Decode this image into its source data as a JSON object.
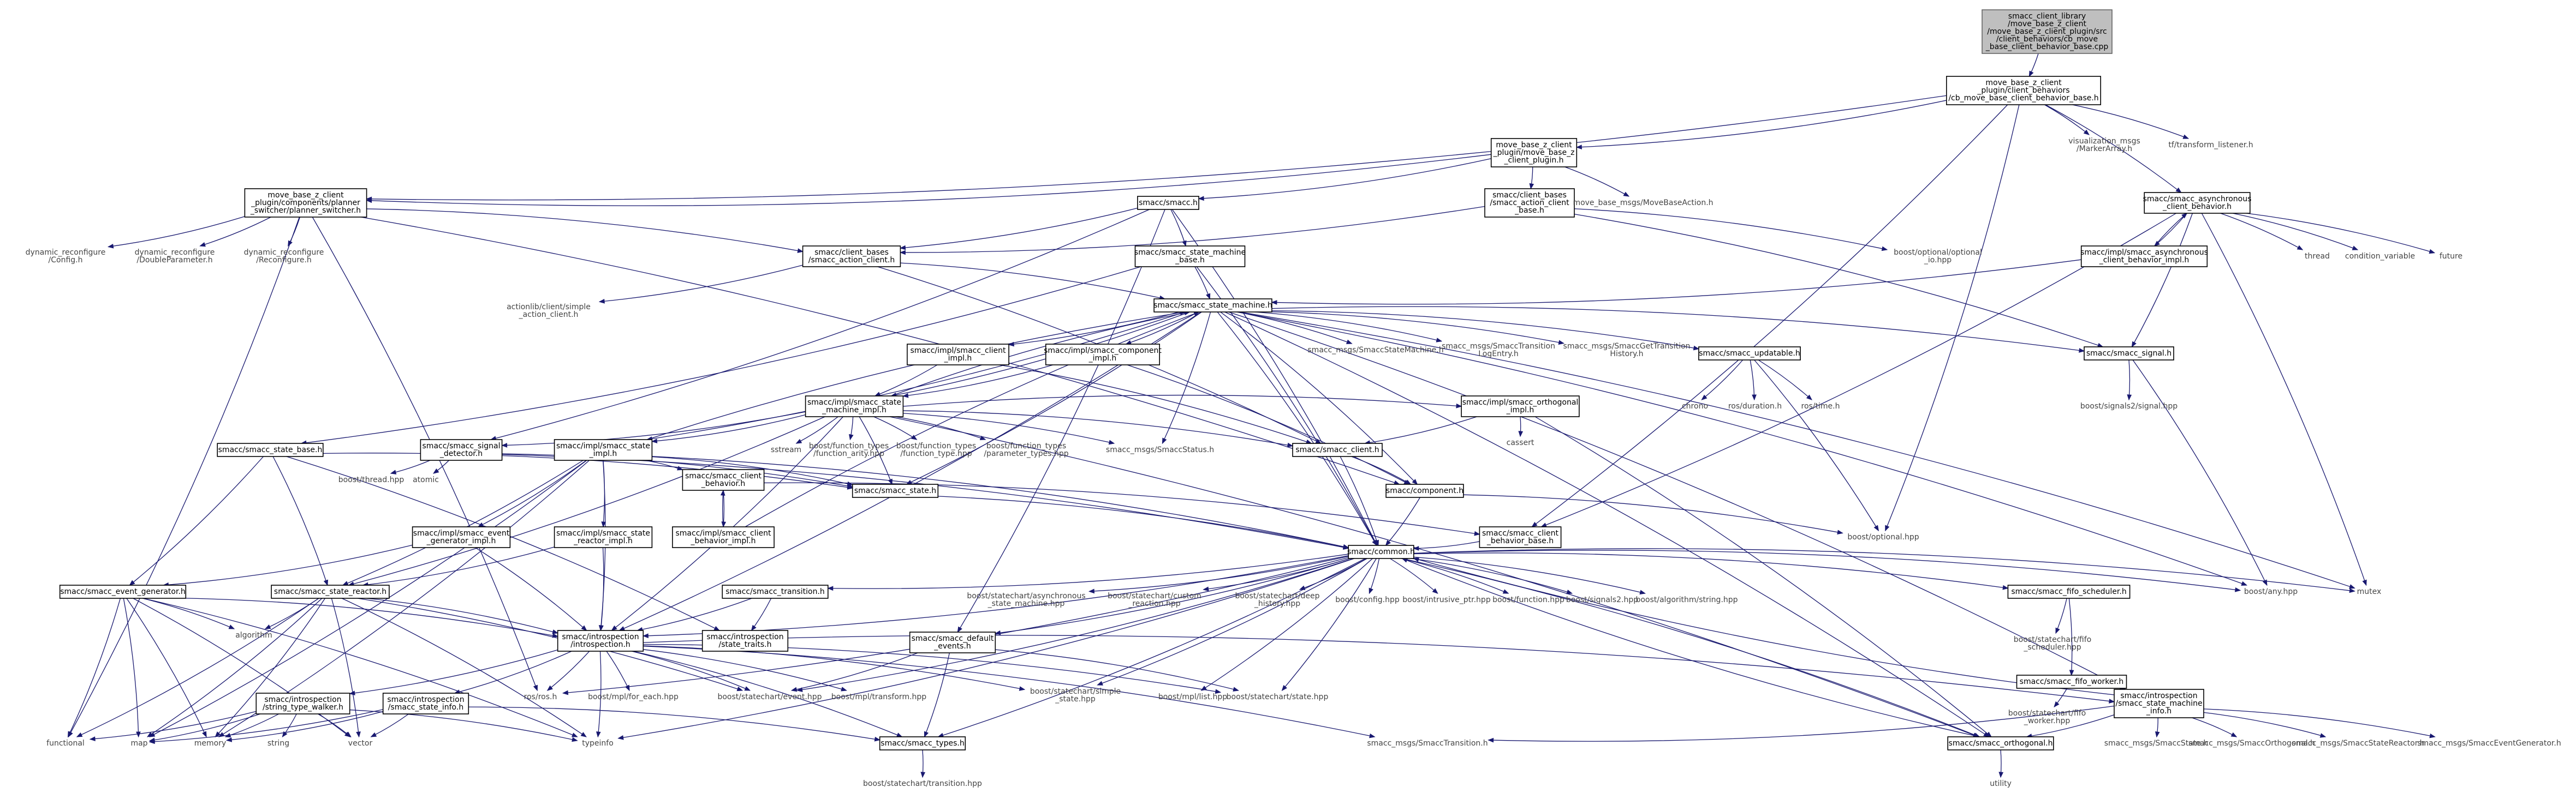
{
  "nodes": [
    {
      "id": "root",
      "label": "smacc_client_library\n/move_base_z_client\n/move_base_z_client_plugin/src\n/client_behaviors/cb_move\n_base_client_behavior_base.cpp",
      "boxed": true,
      "root": true
    },
    {
      "id": "cbmbh",
      "label": "move_base_z_client\n_plugin/client_behaviors\n/cb_move_base_client_behavior_base.h",
      "boxed": true
    },
    {
      "id": "mbzcp",
      "label": "move_base_z_client\n_plugin/move_base_z\n_client_plugin.h",
      "boxed": true
    },
    {
      "id": "vis",
      "label": "visualization_msgs\n/MarkerArray.h",
      "boxed": false
    },
    {
      "id": "tfl",
      "label": "tf/transform_listener.h",
      "boxed": false
    },
    {
      "id": "async",
      "label": "smacc/smacc_asynchronous\n_client_behavior.h",
      "boxed": true
    },
    {
      "id": "planner",
      "label": "move_base_z_client\n_plugin/components/planner\n_switcher/planner_switcher.h",
      "boxed": true
    },
    {
      "id": "smacch",
      "label": "smacc/smacc.h",
      "boxed": true
    },
    {
      "id": "cbsac",
      "label": "smacc/client_bases\n/smacc_action_client\n_base.h",
      "boxed": true
    },
    {
      "id": "mbaction",
      "label": "move_base_msgs/MoveBaseAction.h",
      "boxed": false
    },
    {
      "id": "dynconf",
      "label": "dynamic_reconfigure\n/Config.h",
      "boxed": false
    },
    {
      "id": "dyndbl",
      "label": "dynamic_reconfigure\n/DoubleParameter.h",
      "boxed": false
    },
    {
      "id": "dynrec",
      "label": "dynamic_reconfigure\n/Reconfigure.h",
      "boxed": false
    },
    {
      "id": "cbac",
      "label": "smacc/client_bases\n/smacc_action_client.h",
      "boxed": true
    },
    {
      "id": "smbase",
      "label": "smacc/smacc_state_machine\n_base.h",
      "boxed": true
    },
    {
      "id": "bopt_io",
      "label": "boost/optional/optional\n_io.hpp",
      "boxed": false
    },
    {
      "id": "asyncimpl",
      "label": "smacc/impl/smacc_asynchronous\n_client_behavior_impl.h",
      "boxed": true
    },
    {
      "id": "thread",
      "label": "thread",
      "boxed": false
    },
    {
      "id": "condvar",
      "label": "condition_variable",
      "boxed": false
    },
    {
      "id": "future",
      "label": "future",
      "boxed": false
    },
    {
      "id": "actionlib",
      "label": "actionlib/client/simple\n_action_client.h",
      "boxed": false
    },
    {
      "id": "ssm",
      "label": "smacc/smacc_state_machine.h",
      "boxed": true
    },
    {
      "id": "clientimpl",
      "label": "smacc/impl/smacc_client\n_impl.h",
      "boxed": true
    },
    {
      "id": "compimpl",
      "label": "smacc/impl/smacc_component\n_impl.h",
      "boxed": true
    },
    {
      "id": "msm",
      "label": "smacc_msgs/SmaccStateMachine.h",
      "boxed": false
    },
    {
      "id": "mtle",
      "label": "smacc_msgs/SmaccTransition\nLogEntry.h",
      "boxed": false
    },
    {
      "id": "mgth",
      "label": "smacc_msgs/SmaccGetTransition\nHistory.h",
      "boxed": false
    },
    {
      "id": "updatable",
      "label": "smacc/smacc_updatable.h",
      "boxed": true
    },
    {
      "id": "signal",
      "label": "smacc/smacc_signal.h",
      "boxed": true
    },
    {
      "id": "bsig",
      "label": "boost/signals2/signal.hpp",
      "boxed": false
    },
    {
      "id": "chrono",
      "label": "chrono",
      "boxed": false
    },
    {
      "id": "rosdur",
      "label": "ros/duration.h",
      "boxed": false
    },
    {
      "id": "rostime",
      "label": "ros/time.h",
      "boxed": false
    },
    {
      "id": "smimpl",
      "label": "smacc/impl/smacc_state\n_machine_impl.h",
      "boxed": true
    },
    {
      "id": "orthimpl",
      "label": "smacc/impl/smacc_orthogonal\n_impl.h",
      "boxed": true
    },
    {
      "id": "cassert",
      "label": "cassert",
      "boxed": false
    },
    {
      "id": "sstate_base",
      "label": "smacc/smacc_state_base.h",
      "boxed": true
    },
    {
      "id": "sigdet",
      "label": "smacc/smacc_signal\n_detector.h",
      "boxed": true
    },
    {
      "id": "stateimpl",
      "label": "smacc/impl/smacc_state\n_impl.h",
      "boxed": true
    },
    {
      "id": "sstream",
      "label": "sstream",
      "boxed": false
    },
    {
      "id": "bfta",
      "label": "boost/function_types\n/function_arity.hpp",
      "boxed": false
    },
    {
      "id": "bftt",
      "label": "boost/function_types\n/function_type.hpp",
      "boxed": false
    },
    {
      "id": "bftp",
      "label": "boost/function_types\n/parameter_types.hpp",
      "boxed": false
    },
    {
      "id": "mstatus",
      "label": "smacc_msgs/SmaccStatus.h",
      "boxed": false
    },
    {
      "id": "sclient",
      "label": "smacc/smacc_client.h",
      "boxed": true
    },
    {
      "id": "bthread",
      "label": "boost/thread.hpp",
      "boxed": false
    },
    {
      "id": "atomic",
      "label": "atomic",
      "boxed": false
    },
    {
      "id": "scb",
      "label": "smacc/smacc_client\n_behavior.h",
      "boxed": true
    },
    {
      "id": "sstate",
      "label": "smacc/smacc_state.h",
      "boxed": true
    },
    {
      "id": "component",
      "label": "smacc/component.h",
      "boxed": true
    },
    {
      "id": "scbimpl",
      "label": "smacc/impl/smacc_client\n_behavior_impl.h",
      "boxed": true
    },
    {
      "id": "boptional",
      "label": "boost/optional.hpp",
      "boxed": false
    },
    {
      "id": "evgenimpl",
      "label": "smacc/impl/smacc_event\n_generator_impl.h",
      "boxed": true
    },
    {
      "id": "reactimpl",
      "label": "smacc/impl/smacc_state\n_reactor_impl.h",
      "boxed": true
    },
    {
      "id": "cbbase",
      "label": "smacc/smacc_client\n_behavior_base.h",
      "boxed": true
    },
    {
      "id": "common",
      "label": "smacc/common.h",
      "boxed": true
    },
    {
      "id": "evgen",
      "label": "smacc/smacc_event_generator.h",
      "boxed": true
    },
    {
      "id": "reactor",
      "label": "smacc/smacc_state_reactor.h",
      "boxed": true
    },
    {
      "id": "transition",
      "label": "smacc/smacc_transition.h",
      "boxed": true
    },
    {
      "id": "bsc_async",
      "label": "boost/statechart/asynchronous\n_state_machine.hpp",
      "boxed": false
    },
    {
      "id": "bsc_custom",
      "label": "boost/statechart/custom\n_reaction.hpp",
      "boxed": false
    },
    {
      "id": "bsc_deep",
      "label": "boost/statechart/deep\n_history.hpp",
      "boxed": false
    },
    {
      "id": "bconfig",
      "label": "boost/config.hpp",
      "boxed": false
    },
    {
      "id": "bintr",
      "label": "boost/intrusive_ptr.hpp",
      "boxed": false
    },
    {
      "id": "bfunc",
      "label": "boost/function.hpp",
      "boxed": false
    },
    {
      "id": "bsig2",
      "label": "boost/signals2.hpp",
      "boxed": false
    },
    {
      "id": "balgo",
      "label": "boost/algorithm/string.hpp",
      "boxed": false
    },
    {
      "id": "fifosched",
      "label": "smacc/smacc_fifo_scheduler.h",
      "boxed": true
    },
    {
      "id": "bany",
      "label": "boost/any.hpp",
      "boxed": false
    },
    {
      "id": "mutex",
      "label": "mutex",
      "boxed": false
    },
    {
      "id": "algorithm",
      "label": "algorithm",
      "boxed": false
    },
    {
      "id": "introspection",
      "label": "smacc/introspection\n/introspection.h",
      "boxed": true
    },
    {
      "id": "strans",
      "label": "smacc/introspection\n/state_traits.h",
      "boxed": true
    },
    {
      "id": "defevents",
      "label": "smacc/smacc_default\n_events.h",
      "boxed": true
    },
    {
      "id": "bsc_fifo",
      "label": "boost/statechart/fifo\n_scheduler.hpp",
      "boxed": false
    },
    {
      "id": "fifoworker",
      "label": "smacc/smacc_fifo_worker.h",
      "boxed": true
    },
    {
      "id": "bsc_fifow",
      "label": "boost/statechart/fifo\n_worker.hpp",
      "boxed": false
    },
    {
      "id": "strwalker",
      "label": "smacc/introspection\n/string_type_walker.h",
      "boxed": true
    },
    {
      "id": "stateinfo",
      "label": "smacc/introspection\n/smacc_state_info.h",
      "boxed": true
    },
    {
      "id": "rosros",
      "label": "ros/ros.h",
      "boxed": false
    },
    {
      "id": "bmpl_foreach",
      "label": "boost/mpl/for_each.hpp",
      "boxed": false
    },
    {
      "id": "bsc_event",
      "label": "boost/statechart/event.hpp",
      "boxed": false
    },
    {
      "id": "bmpl_transform",
      "label": "boost/mpl/transform.hpp",
      "boxed": false
    },
    {
      "id": "bsc_simple",
      "label": "boost/statechart/simple\n_state.hpp",
      "boxed": false
    },
    {
      "id": "bmpl_list",
      "label": "boost/mpl/list.hpp",
      "boxed": false
    },
    {
      "id": "bsc_state",
      "label": "boost/statechart/state.hpp",
      "boxed": false
    },
    {
      "id": "smi",
      "label": "smacc/introspection\n/smacc_state_machine\n_info.h",
      "boxed": true
    },
    {
      "id": "functional",
      "label": "functional",
      "boxed": false
    },
    {
      "id": "map",
      "label": "map",
      "boxed": false
    },
    {
      "id": "memory",
      "label": "memory",
      "boxed": false
    },
    {
      "id": "string",
      "label": "string",
      "boxed": false
    },
    {
      "id": "vector",
      "label": "vector",
      "boxed": false
    },
    {
      "id": "typeinfo",
      "label": "typeinfo",
      "boxed": false
    },
    {
      "id": "types",
      "label": "smacc/smacc_types.h",
      "boxed": true
    },
    {
      "id": "mtrans",
      "label": "smacc_msgs/SmaccTransition.h",
      "boxed": false
    },
    {
      "id": "orthogonal",
      "label": "smacc/smacc_orthogonal.h",
      "boxed": true
    },
    {
      "id": "mstate",
      "label": "smacc_msgs/SmaccState.h",
      "boxed": false
    },
    {
      "id": "morth",
      "label": "smacc_msgs/SmaccOrthogonal.h",
      "boxed": false
    },
    {
      "id": "mreact",
      "label": "smacc_msgs/SmaccStateReactor.h",
      "boxed": false
    },
    {
      "id": "mevgen",
      "label": "smacc_msgs/SmaccEventGenerator.h",
      "boxed": false
    },
    {
      "id": "bsc_transition",
      "label": "boost/statechart/transition.hpp",
      "boxed": false
    },
    {
      "id": "utility",
      "label": "utility",
      "boxed": false
    }
  ],
  "edges": [
    [
      "root",
      "cbmbh"
    ],
    [
      "cbmbh",
      "mbzcp"
    ],
    [
      "cbmbh",
      "vis"
    ],
    [
      "cbmbh",
      "tfl"
    ],
    [
      "cbmbh",
      "async"
    ],
    [
      "cbmbh",
      "planner"
    ],
    [
      "cbmbh",
      "boptional"
    ],
    [
      "cbmbh",
      "cbbase"
    ],
    [
      "mbzcp",
      "planner"
    ],
    [
      "mbzcp",
      "smacch"
    ],
    [
      "mbzcp",
      "cbsac"
    ],
    [
      "mbzcp",
      "mbaction"
    ],
    [
      "async",
      "asyncimpl"
    ],
    [
      "async",
      "thread"
    ],
    [
      "async",
      "condvar"
    ],
    [
      "async",
      "future"
    ],
    [
      "async",
      "signal"
    ],
    [
      "async",
      "mutex"
    ],
    [
      "async",
      "cbbase"
    ],
    [
      "asyncimpl",
      "async"
    ],
    [
      "asyncimpl",
      "ssm"
    ],
    [
      "planner",
      "dynconf"
    ],
    [
      "planner",
      "dyndbl"
    ],
    [
      "planner",
      "dynrec"
    ],
    [
      "planner",
      "cbac"
    ],
    [
      "planner",
      "functional"
    ],
    [
      "planner",
      "rosros"
    ],
    [
      "planner",
      "component"
    ],
    [
      "smacch",
      "smbase"
    ],
    [
      "smacch",
      "cbac"
    ],
    [
      "smacch",
      "sigdet"
    ],
    [
      "smacch",
      "common"
    ],
    [
      "smacch",
      "defevents"
    ],
    [
      "cbsac",
      "cbac"
    ],
    [
      "cbsac",
      "bopt_io"
    ],
    [
      "cbsac",
      "signal"
    ],
    [
      "cbac",
      "actionlib"
    ],
    [
      "cbac",
      "ssm"
    ],
    [
      "cbac",
      "sclient"
    ],
    [
      "smbase",
      "ssm"
    ],
    [
      "smbase",
      "sstate_base"
    ],
    [
      "smbase",
      "common"
    ],
    [
      "ssm",
      "clientimpl"
    ],
    [
      "ssm",
      "compimpl"
    ],
    [
      "ssm",
      "msm"
    ],
    [
      "ssm",
      "mtle"
    ],
    [
      "ssm",
      "mgth"
    ],
    [
      "ssm",
      "updatable"
    ],
    [
      "ssm",
      "signal"
    ],
    [
      "ssm",
      "smimpl"
    ],
    [
      "ssm",
      "stateimpl"
    ],
    [
      "ssm",
      "sstate"
    ],
    [
      "ssm",
      "common"
    ],
    [
      "ssm",
      "introspection"
    ],
    [
      "ssm",
      "smi"
    ],
    [
      "ssm",
      "mutex"
    ],
    [
      "ssm",
      "bany"
    ],
    [
      "ssm",
      "mstatus"
    ],
    [
      "ssm",
      "component"
    ],
    [
      "ssm",
      "orthogonal"
    ],
    [
      "clientimpl",
      "smimpl"
    ],
    [
      "clientimpl",
      "sclient"
    ],
    [
      "compimpl",
      "smimpl"
    ],
    [
      "compimpl",
      "component"
    ],
    [
      "updatable",
      "chrono"
    ],
    [
      "updatable",
      "rosdur"
    ],
    [
      "updatable",
      "rostime"
    ],
    [
      "updatable",
      "boptional"
    ],
    [
      "signal",
      "bsig"
    ],
    [
      "signal",
      "bany"
    ],
    [
      "smimpl",
      "ssm"
    ],
    [
      "smimpl",
      "orthimpl"
    ],
    [
      "smimpl",
      "sigdet"
    ],
    [
      "smimpl",
      "stateimpl"
    ],
    [
      "smimpl",
      "sstream"
    ],
    [
      "smimpl",
      "bfta"
    ],
    [
      "smimpl",
      "bftt"
    ],
    [
      "smimpl",
      "bftp"
    ],
    [
      "smimpl",
      "mstatus"
    ],
    [
      "smimpl",
      "sclient"
    ],
    [
      "smimpl",
      "sstate"
    ],
    [
      "smimpl",
      "reactor"
    ],
    [
      "smimpl",
      "introspection"
    ],
    [
      "smimpl",
      "orthogonal"
    ],
    [
      "orthimpl",
      "sclient"
    ],
    [
      "orthimpl",
      "cassert"
    ],
    [
      "orthimpl",
      "orthogonal"
    ],
    [
      "sstate_base",
      "sstate"
    ],
    [
      "sstate_base",
      "evgen"
    ],
    [
      "sstate_base",
      "reactor"
    ],
    [
      "sstate_base",
      "strans"
    ],
    [
      "sigdet",
      "bthread"
    ],
    [
      "sigdet",
      "atomic"
    ],
    [
      "sigdet",
      "sstate"
    ],
    [
      "sigdet",
      "common"
    ],
    [
      "stateimpl",
      "ssm"
    ],
    [
      "stateimpl",
      "scb"
    ],
    [
      "stateimpl",
      "sstate"
    ],
    [
      "stateimpl",
      "evgenimpl"
    ],
    [
      "stateimpl",
      "reactimpl"
    ],
    [
      "stateimpl",
      "reactor"
    ],
    [
      "stateimpl",
      "introspection"
    ],
    [
      "stateimpl",
      "common"
    ],
    [
      "stateimpl",
      "memory"
    ],
    [
      "stateimpl",
      "map"
    ],
    [
      "sclient",
      "component"
    ],
    [
      "sclient",
      "common"
    ],
    [
      "scb",
      "scbimpl"
    ],
    [
      "scb",
      "cbbase"
    ],
    [
      "scbimpl",
      "scb"
    ],
    [
      "scbimpl",
      "ssm"
    ],
    [
      "sstate",
      "common"
    ],
    [
      "component",
      "common"
    ],
    [
      "component",
      "boptional"
    ],
    [
      "evgenimpl",
      "evgen"
    ],
    [
      "evgenimpl",
      "introspection"
    ],
    [
      "reactimpl",
      "reactor"
    ],
    [
      "reactimpl",
      "introspection"
    ],
    [
      "cbbase",
      "common"
    ],
    [
      "common",
      "transition"
    ],
    [
      "common",
      "bsc_async"
    ],
    [
      "common",
      "bsc_custom"
    ],
    [
      "common",
      "bsc_deep"
    ],
    [
      "common",
      "bconfig"
    ],
    [
      "common",
      "bintr"
    ],
    [
      "common",
      "bfunc"
    ],
    [
      "common",
      "bsig2"
    ],
    [
      "common",
      "balgo"
    ],
    [
      "common",
      "fifosched"
    ],
    [
      "common",
      "bany"
    ],
    [
      "common",
      "mutex"
    ],
    [
      "common",
      "introspection"
    ],
    [
      "common",
      "defevents"
    ],
    [
      "common",
      "bsc_event"
    ],
    [
      "common",
      "bsc_simple"
    ],
    [
      "common",
      "bmpl_list"
    ],
    [
      "common",
      "bsc_state"
    ],
    [
      "common",
      "types"
    ],
    [
      "common",
      "orthogonal"
    ],
    [
      "common",
      "typeinfo"
    ],
    [
      "common",
      "rosros"
    ],
    [
      "evgen",
      "algorithm"
    ],
    [
      "evgen",
      "introspection"
    ],
    [
      "evgen",
      "functional"
    ],
    [
      "evgen",
      "map"
    ],
    [
      "evgen",
      "memory"
    ],
    [
      "evgen",
      "vector"
    ],
    [
      "evgen",
      "typeinfo"
    ],
    [
      "reactor",
      "algorithm"
    ],
    [
      "reactor",
      "introspection"
    ],
    [
      "reactor",
      "functional"
    ],
    [
      "reactor",
      "map"
    ],
    [
      "reactor",
      "memory"
    ],
    [
      "reactor",
      "vector"
    ],
    [
      "reactor",
      "typeinfo"
    ],
    [
      "reactor",
      "bsc_event"
    ],
    [
      "transition",
      "strans"
    ],
    [
      "transition",
      "introspection"
    ],
    [
      "fifosched",
      "bsc_fifo"
    ],
    [
      "fifosched",
      "fifoworker"
    ],
    [
      "fifoworker",
      "bsc_fifow"
    ],
    [
      "introspection",
      "strwalker"
    ],
    [
      "introspection",
      "stateinfo"
    ],
    [
      "introspection",
      "rosros"
    ],
    [
      "introspection",
      "bmpl_foreach"
    ],
    [
      "introspection",
      "bsc_event"
    ],
    [
      "introspection",
      "bmpl_transform"
    ],
    [
      "introspection",
      "bsc_simple"
    ],
    [
      "introspection",
      "bsc_state"
    ],
    [
      "introspection",
      "smi"
    ],
    [
      "introspection",
      "types"
    ],
    [
      "introspection",
      "mtrans"
    ],
    [
      "introspection",
      "typeinfo"
    ],
    [
      "defevents",
      "bsc_event"
    ],
    [
      "defevents",
      "bsc_state"
    ],
    [
      "defevents",
      "types"
    ],
    [
      "strwalker",
      "functional"
    ],
    [
      "strwalker",
      "map"
    ],
    [
      "strwalker",
      "memory"
    ],
    [
      "strwalker",
      "string"
    ],
    [
      "strwalker",
      "vector"
    ],
    [
      "strwalker",
      "typeinfo"
    ],
    [
      "stateinfo",
      "map"
    ],
    [
      "stateinfo",
      "memory"
    ],
    [
      "stateinfo",
      "vector"
    ],
    [
      "stateinfo",
      "types"
    ],
    [
      "smi",
      "mtrans"
    ],
    [
      "smi",
      "orthogonal"
    ],
    [
      "smi",
      "mstate"
    ],
    [
      "smi",
      "morth"
    ],
    [
      "smi",
      "mreact"
    ],
    [
      "smi",
      "mevgen"
    ],
    [
      "smi",
      "common"
    ],
    [
      "types",
      "bsc_transition"
    ],
    [
      "orthogonal",
      "utility"
    ],
    [
      "orthogonal",
      "common"
    ]
  ]
}
